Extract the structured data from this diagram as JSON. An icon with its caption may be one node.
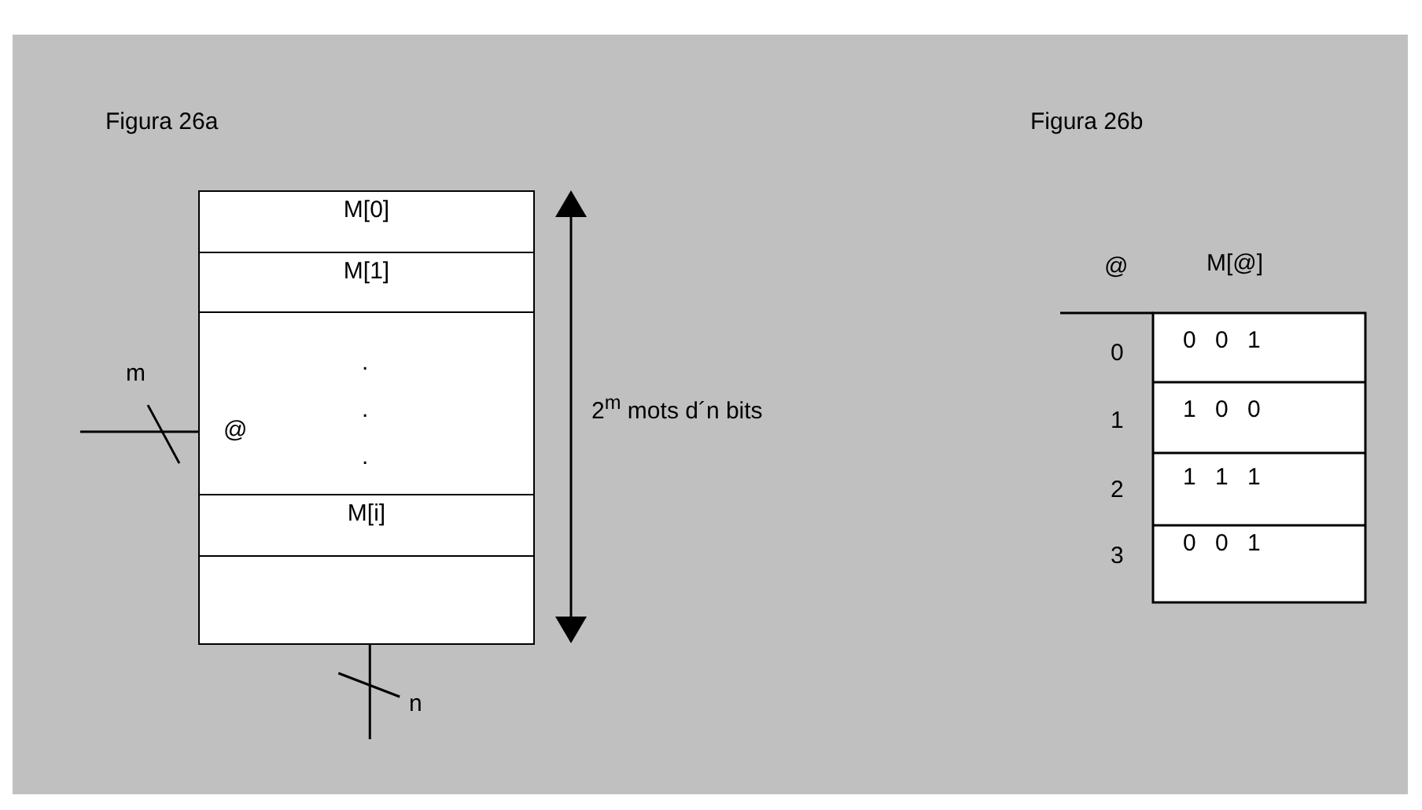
{
  "diagram": {
    "nodes": [
      {
        "text": [],
        "shape": "box"
      },
      {
        "text": [
          "M[0]"
        ],
        "in": 0
      },
      {
        "text": [
          "M[1]"
        ],
        "in": 0
      },
      {
        "text": [
          "@"
        ],
        "in": 0
      },
      {
        "text": [
          "M[i]"
        ],
        "in": 0
      },
      {
        "text": [],
        "shape": "box",
        "in": 0
      }
    ],
    "edges": [
      {
        "from": null,
        "to": 3,
        "arrow": "none"
      },
      {
        "from": 0,
        "to": null,
        "arrow": "none"
      }
    ],
    "labels": [
      "Figura 26a",
      "Figura 26b",
      ".",
      ".",
      ".",
      "m",
      "2$^{m}$ mots d´n bits",
      "n",
      "@",
      "M[@]",
      "0",
      "0 0 1",
      "1",
      "1 0 0",
      "2",
      "1 1 1",
      "3",
      "0 0 1"
    ]
  }
}
